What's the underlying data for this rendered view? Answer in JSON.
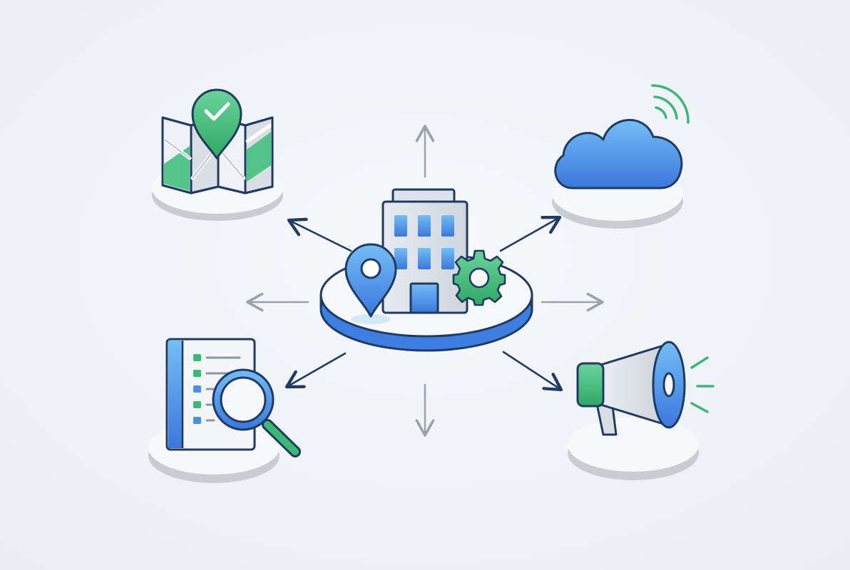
{
  "colors": {
    "background": "#f1f4f9",
    "outline": "#1f3b63",
    "blue": "#3d7fe0",
    "blue_light": "#6bb3f3",
    "green": "#3cb874",
    "green_light": "#6ad39a",
    "gray_arrow": "#9aa3ad",
    "dark_arrow": "#1f3b63",
    "pedestal_gray": "#c9ccd1",
    "pedestal_top": "#f7f8fa"
  },
  "hub": {
    "name": "central-hub",
    "icons": [
      "office-building-icon",
      "location-pin-icon",
      "gear-icon"
    ],
    "platform": "blue-platform"
  },
  "nodes": [
    {
      "name": "map-node",
      "icon": "map-with-check-pin-icon",
      "position": "top-left"
    },
    {
      "name": "cloud-node",
      "icon": "cloud-with-signal-icon",
      "position": "top-right"
    },
    {
      "name": "search-listing-node",
      "icon": "document-search-icon",
      "position": "bottom-left"
    },
    {
      "name": "megaphone-node",
      "icon": "megaphone-icon",
      "position": "bottom-right"
    }
  ],
  "connectors": [
    {
      "name": "arrow-to-map",
      "style": "dark"
    },
    {
      "name": "arrow-to-cloud",
      "style": "dark"
    },
    {
      "name": "arrow-to-search",
      "style": "dark"
    },
    {
      "name": "arrow-to-megaphone",
      "style": "dark"
    },
    {
      "name": "arrow-up",
      "style": "gray"
    },
    {
      "name": "arrow-down",
      "style": "gray"
    },
    {
      "name": "arrow-left",
      "style": "gray"
    },
    {
      "name": "arrow-right",
      "style": "gray"
    }
  ]
}
